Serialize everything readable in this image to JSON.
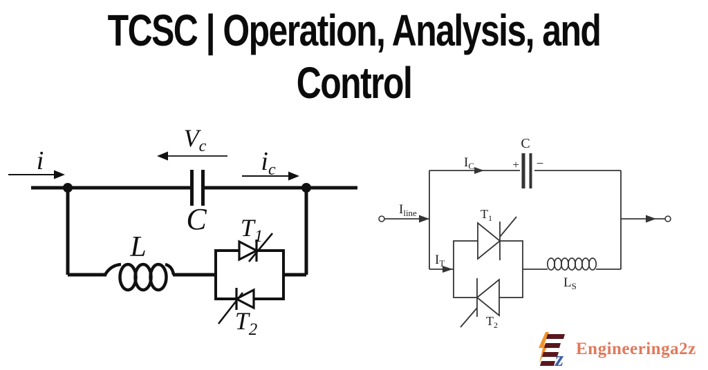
{
  "title": {
    "line1": "TCSC | Operation, Analysis, and",
    "line2": "Control"
  },
  "left_circuit": {
    "line_current_label": "i",
    "cap_voltage_label": {
      "main": "V",
      "sub": "c"
    },
    "cap_current_label": {
      "main": "i",
      "sub": "c"
    },
    "capacitor_label": "C",
    "inductor_label": "L",
    "thyristor1_label": {
      "main": "T",
      "sub": "1"
    },
    "thyristor2_label": {
      "main": "T",
      "sub": "2"
    }
  },
  "right_circuit": {
    "line_current_label": {
      "main": "I",
      "sub": "line"
    },
    "cap_current_label": {
      "main": "I",
      "sub": "C"
    },
    "capacitor_label": "C",
    "cap_plus_sign": "+",
    "cap_minus_sign": "−",
    "thyristor_current_label": {
      "main": "I",
      "sub": "T"
    },
    "thyristor1_label": {
      "main": "T",
      "sub": "1"
    },
    "thyristor2_label": {
      "main": "T",
      "sub": "2"
    },
    "inductor_label": {
      "main": "L",
      "sub": "S"
    }
  },
  "logo": {
    "text": "Engineeringa2z",
    "icon_letter": "z",
    "colors": {
      "text": "#E0795B",
      "icon_maroon": "#5A171D",
      "icon_bolt": "#F2932E",
      "icon_blue": "#3D5FA8"
    }
  },
  "colors": {
    "background": "#FFFFFF",
    "title_ink": "#0B0B0B",
    "left_circuit_ink": "#111111",
    "right_circuit_ink": "#343434"
  }
}
